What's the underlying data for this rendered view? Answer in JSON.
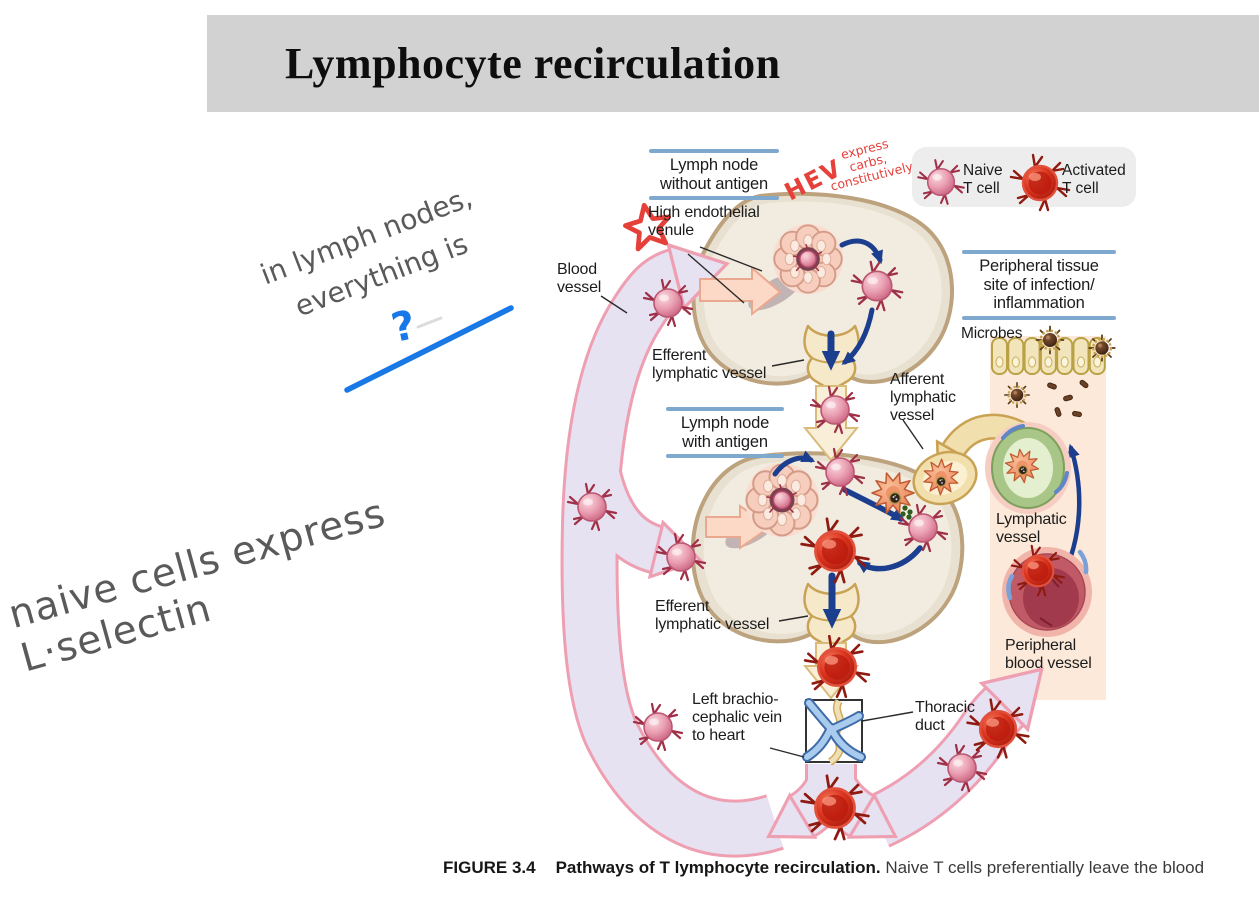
{
  "title": "Lymphocyte recirculation",
  "notes": {
    "note_lymph_nodes": {
      "lines": [
        "in lymph nodes,",
        "everything is"
      ]
    },
    "question_mark": "?",
    "note_selectin": "naive cells express L·selectin",
    "hev_annotation": {
      "big": "HEV",
      "lines": [
        "express",
        "carbs,",
        "constitutively"
      ]
    },
    "pen_colors": {
      "blue": "#1878e8",
      "red": "#e5403a",
      "gray": "#5a5a5a"
    }
  },
  "legend": {
    "naive": {
      "lines": [
        "Naive",
        "T cell"
      ]
    },
    "activated": {
      "lines": [
        "Activated",
        "T cell"
      ]
    }
  },
  "diagram": {
    "labels": {
      "node_without_antigen": {
        "lines": [
          "Lymph node",
          "without antigen"
        ]
      },
      "high_endothelial_venule": {
        "lines": [
          "High endothelial",
          "venule"
        ]
      },
      "blood_vessel": {
        "lines": [
          "Blood",
          "vessel"
        ]
      },
      "efferent_1": {
        "lines": [
          "Efferent",
          "lymphatic vessel"
        ]
      },
      "node_with_antigen": {
        "lines": [
          "Lymph node",
          "with antigen"
        ]
      },
      "afferent": {
        "lines": [
          "Afferent",
          "lymphatic",
          "vessel"
        ]
      },
      "peripheral_tissue": {
        "lines": [
          "Peripheral tissue",
          "site of infection/",
          "inflammation"
        ]
      },
      "microbes": "Microbes",
      "lymphatic_vessel": {
        "lines": [
          "Lymphatic",
          "vessel"
        ]
      },
      "peripheral_blood_vessel": {
        "lines": [
          "Peripheral",
          "blood vessel"
        ]
      },
      "efferent_2": {
        "lines": [
          "Efferent",
          "lymphatic vessel"
        ]
      },
      "brachiocephalic": {
        "lines": [
          "Left brachio-",
          "cephalic vein",
          "to heart"
        ]
      },
      "thoracic_duct": {
        "lines": [
          "Thoracic",
          "duct"
        ]
      }
    },
    "colors": {
      "title_bar": "#d2d2d2",
      "bracket_blue": "#7fa8cf",
      "arrow_navy": "#1c3e8e",
      "vessel_lavender": "#e7e2f2",
      "vessel_pink_border": "#ee9fb2",
      "naive_cell_pink": "#e193a8",
      "activated_cell_red": "#cc2318",
      "node_beige": "#e8e1d1",
      "funnel_gold": "#c9a254",
      "tissue_cream": "#fce9d9"
    }
  },
  "caption": {
    "figure_label": "FIGURE 3.4",
    "title_bold": "Pathways of T lymphocyte recirculation.",
    "text": "Naive T cells preferentially leave the blood"
  }
}
